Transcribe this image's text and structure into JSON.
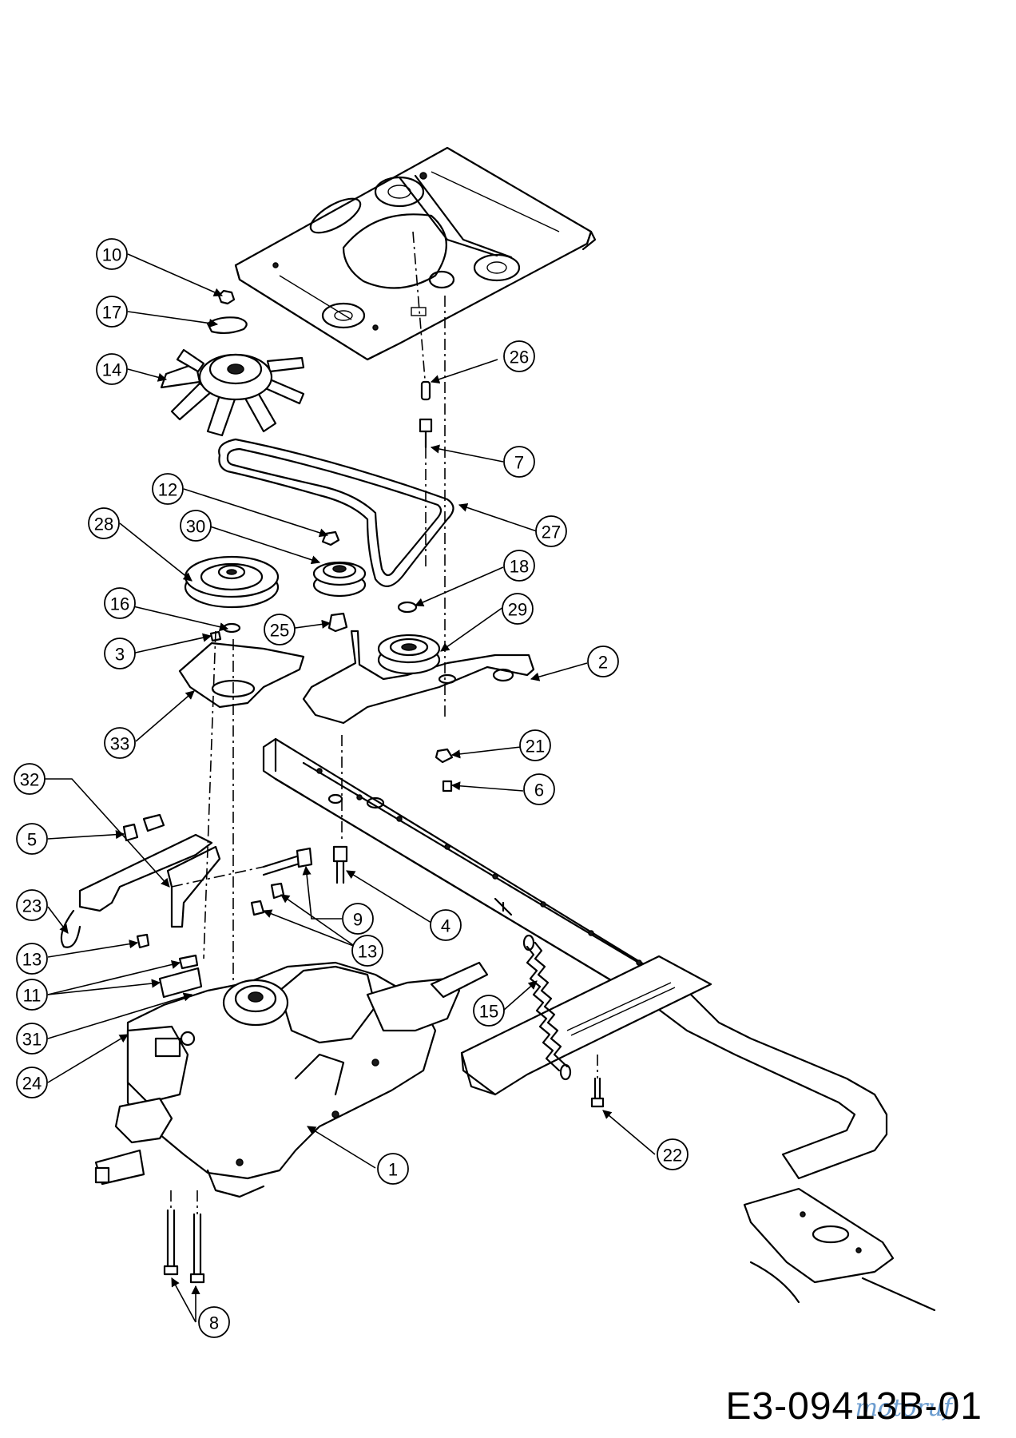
{
  "drawing_code": "E3-09413B-01",
  "watermark": "motoruf",
  "callouts": [
    "10",
    "17",
    "14",
    "26",
    "7",
    "12",
    "30",
    "27",
    "28",
    "18",
    "16",
    "25",
    "29",
    "3",
    "2",
    "33",
    "21",
    "6",
    "32",
    "5",
    "9",
    "4",
    "23",
    "13",
    "13",
    "11",
    "31",
    "15",
    "24",
    "22",
    "1",
    "8"
  ]
}
